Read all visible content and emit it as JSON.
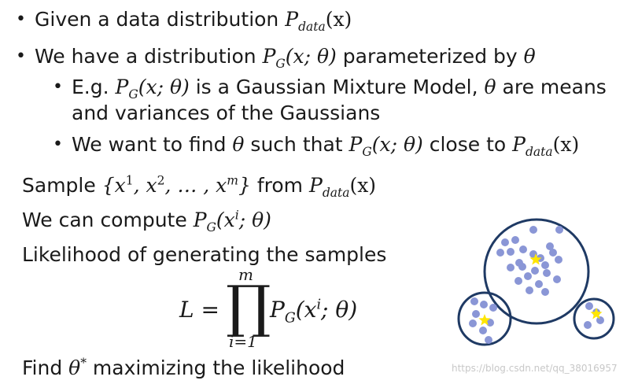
{
  "bullets": {
    "b1_text": "Given a data distribution ",
    "b2_text": "We have a distribution ",
    "b2_suffix": " parameterized by ",
    "b3_prefix": "E.g. ",
    "b3_suffix": " is a Gaussian Mixture Model, ",
    "b3_suffix2": " are means",
    "b3_line2": "and variances of the Gaussians",
    "b4_prefix": "We want to find ",
    "b4_mid": " such that ",
    "b4_suffix": " close to "
  },
  "body": {
    "sample_prefix": "Sample ",
    "sample_suffix": " from ",
    "compute_prefix": "We can compute ",
    "likelihood_label": "Likelihood of generating the samples",
    "find_prefix": "Find ",
    "find_suffix": " maximizing the likelihood"
  },
  "math": {
    "P": "P",
    "data_sub": "data",
    "G_sub": "G",
    "x_paren": "(x)",
    "x_theta": "(x; θ)",
    "theta": "θ",
    "theta_star": "θ",
    "star": "*",
    "sample_set": "{x",
    "sup1": "1",
    "sup2": "2",
    "supm": "m",
    "comma_x": ", x",
    "dots": ", … , x",
    "close_brace": "}",
    "xi_open": "(x",
    "sup_i": "i",
    "xi_close": "; θ)",
    "L_eq": "L =",
    "prod_upper": "m",
    "prod_lower": "i=1",
    "prod_symbol": "∏"
  },
  "watermark": "https://blog.csdn.net/qq_38016957",
  "figure": {
    "circle_color": "#1f3a64",
    "dot_color": "#8a96d6",
    "star_color": "#ffe600"
  }
}
